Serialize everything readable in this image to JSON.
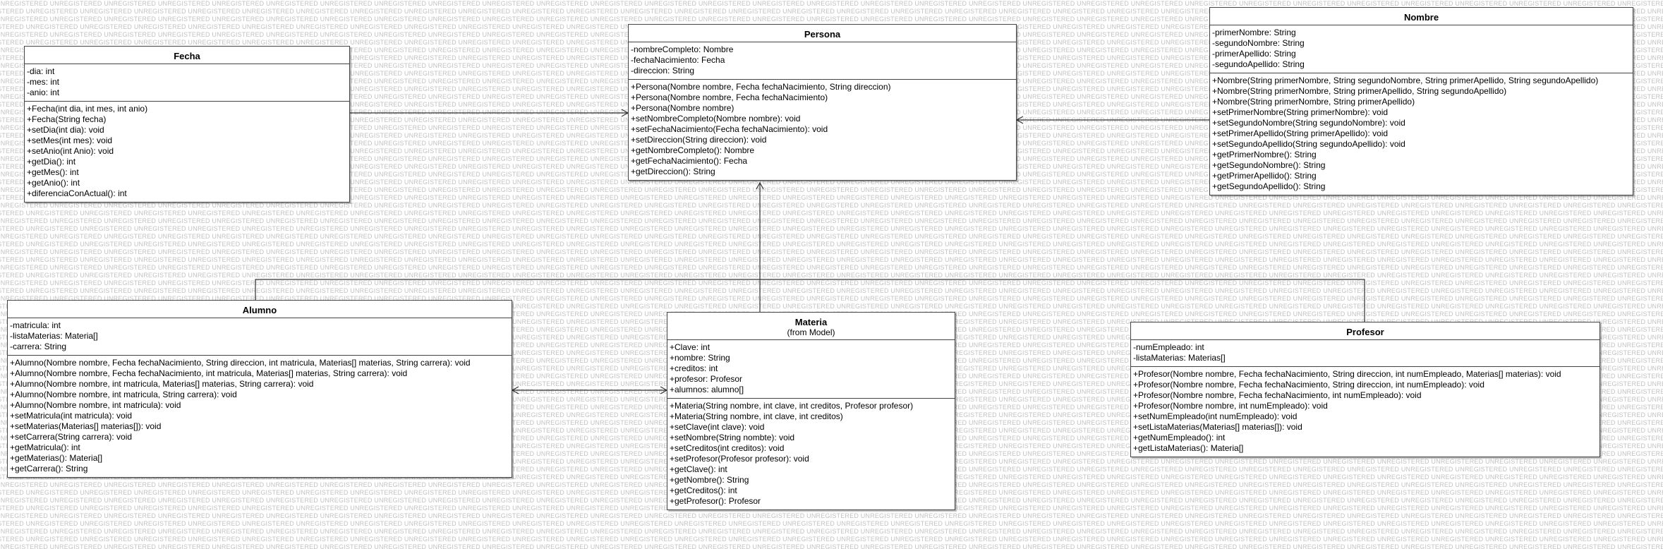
{
  "watermark": "UNREGISTERED",
  "classes": [
    {
      "id": "fecha",
      "name": "Fecha",
      "stereotype": "",
      "attributes": [
        "-dia: int",
        "-mes: int",
        "-anio: int"
      ],
      "operations": [
        "+Fecha(int dia, int mes, int anio)",
        "+Fecha(String fecha)",
        "+setDia(int dia): void",
        "+setMes(int mes): void",
        "+setAnio(int Anio): void",
        "+getDia(): int",
        "+getMes(): int",
        "+getAnio(): int",
        "+diferenciaConActual(): int"
      ]
    },
    {
      "id": "persona",
      "name": "Persona",
      "stereotype": "",
      "attributes": [
        "-nombreCompleto: Nombre",
        "-fechaNacimiento: Fecha",
        "-direccion: String"
      ],
      "operations": [
        "+Persona(Nombre nombre, Fecha fechaNacimiento, String direccion)",
        "+Persona(Nombre nombre, Fecha fechaNacimiento)",
        "+Persona(Nombre nombre)",
        "+setNombreCompleto(Nombre nombre): void",
        "+setFechaNacimiento(Fecha fechaNacimiento): void",
        "+setDireccion(String direccion): void",
        "+getNombreCompleto(): Nombre",
        "+getFechaNacimiento(): Fecha",
        "+getDireccion(): String"
      ]
    },
    {
      "id": "nombre",
      "name": "Nombre",
      "stereotype": "",
      "attributes": [
        "-primerNombre: String",
        "-segundoNombre: String",
        "-primerApellido: String",
        "-segundoApellido: String"
      ],
      "operations": [
        "+Nombre(String primerNombre, String segundoNombre, String primerApellido, String segundoApellido)",
        "+Nombre(String primerNombre, String primerApellido, String segundoApellido)",
        "+Nombre(String primerNombre, String primerApellido)",
        "+setPrimerNombre(String primerNombre): void",
        "+setSegundoNombre(String segundoNombre): void",
        "+setPrimerApellido(String primerApellido): void",
        "+setSegundoApellido(String segundoApellido): void",
        "+getPrimerNombre(): String",
        "+getSegundoNombre(): String",
        "+getPrimerApellido(): String",
        "+getSegundoApellido(): String"
      ]
    },
    {
      "id": "alumno",
      "name": "Alumno",
      "stereotype": "",
      "attributes": [
        "-matricula: int",
        "-listaMaterias: Materia[]",
        "-carrera: String"
      ],
      "operations": [
        "+Alumno(Nombre nombre, Fecha fechaNacimiento, String direccion, int matricula, Materias[] materias, String carrera): void",
        "+Alumno(Nombre nombre, Fecha fechaNacimiento, int matricula, Materias[] materias, String carrera): void",
        "+Alumno(Nombre nombre, int matricula, Materias[] materias, String carrera): void",
        "+Alumno(Nombre nombre, int matricula, String carrera): void",
        "+Alumno(Nombre nombre, int matricula): void",
        "+setMatricula(int matricula): void",
        "+setMaterias(Materias[] materias[]): void",
        "+setCarrera(String carrera): void",
        "+getMatricula(): int",
        "+getMaterias(): Materia[]",
        "+getCarrera(): String"
      ]
    },
    {
      "id": "materia",
      "name": "Materia",
      "stereotype": "(from Model)",
      "attributes": [
        "+Clave: int",
        "+nombre: String",
        "+creditos: int",
        "+profesor: Profesor",
        "+alumnos: alumno[]"
      ],
      "operations": [
        "+Materia(String nombre, int clave, int creditos, Profesor profesor)",
        "+Materia(String nombre, int clave, int creditos)",
        "+setClave(int clave): void",
        "+setNombre(String nombte): void",
        "+setCreditos(int creditos): void",
        "+setProfesor(Profesor profesor): void",
        "+getClave(): int",
        "+getNombre(): String",
        "+getCreditos(): int",
        "+getProfesor(): Profesor"
      ]
    },
    {
      "id": "profesor",
      "name": "Profesor",
      "stereotype": "",
      "attributes": [
        "-numEmpleado: int",
        "-listaMaterias: Materias[]"
      ],
      "operations": [
        "+Profesor(Nombre nombre, Fecha fechaNacimiento, String direccion, int numEmpleado, Materias[] materias): void",
        "+Profesor(Nombre nombre, Fecha fechaNacimiento, String direccion, int numEmpleado): void",
        "+Profesor(Nombre nombre, Fecha fechaNacimiento, int numEmpleado): void",
        "+Profesor(Nombre nombre, int numEmpleado): void",
        "+setNumEmpleado(int numEmpleado): void",
        "+setListaMaterias(Materias[] materias[]): void",
        "+getNumEmpleado(): int",
        "+getListaMaterias(): Materia[]"
      ]
    }
  ],
  "relations": [
    {
      "from": "fecha",
      "to": "persona",
      "kind": "association",
      "arrow_end": "to"
    },
    {
      "from": "nombre",
      "to": "persona",
      "kind": "association",
      "arrow_end": "to"
    },
    {
      "from": "alumno",
      "to": "persona",
      "kind": "generalization",
      "arrow_end": "to"
    },
    {
      "from": "materia",
      "to": "persona",
      "kind": "generalization",
      "arrow_end": "to"
    },
    {
      "from": "profesor",
      "to": "persona",
      "kind": "generalization",
      "arrow_end": "to"
    },
    {
      "from": "alumno",
      "to": "materia",
      "kind": "association",
      "arrow_end": "both"
    }
  ]
}
